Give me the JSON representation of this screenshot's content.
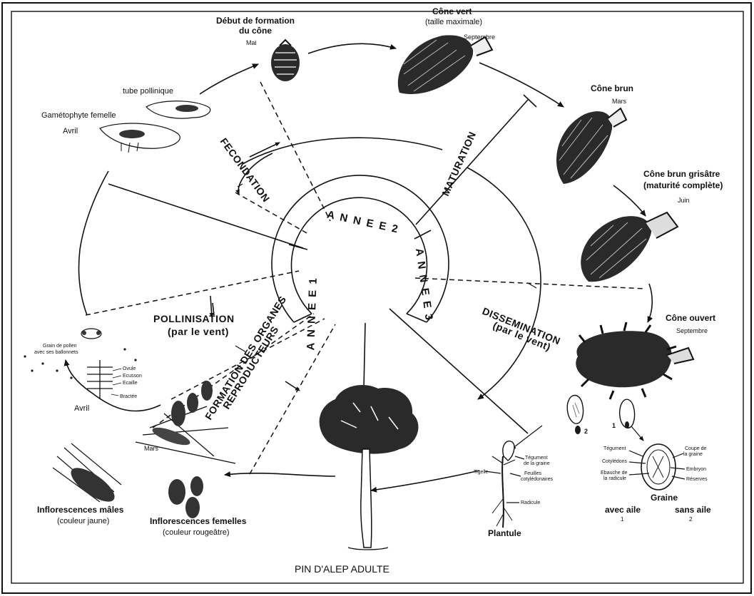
{
  "diagram": {
    "years": {
      "year1": "A N N E E 1",
      "year2": "A N N E E 2",
      "year3": "A N N E E 3"
    },
    "phases": {
      "fecondation": "FECONDATION",
      "maturation": "MATURATION",
      "dissemination_1": "DISSEMINATION",
      "dissemination_2": "(par le vent)",
      "pollinisation_1": "POLLINISATION",
      "pollinisation_2": "(par le vent)",
      "formation_1": "FORMATION DES ORGANES",
      "formation_2": "REPRODUCTEURS"
    },
    "stages": {
      "debut_1": "Début de formation",
      "debut_2": "du cône",
      "debut_month": "Mai",
      "vert_1": "Cône vert",
      "vert_2": "(taille maximale)",
      "vert_month": "Septembre",
      "brun": "Cône brun",
      "brun_month": "Mars",
      "gris_1": "Cône brun grisâtre",
      "gris_2": "(maturité complète)",
      "gris_month": "Juin",
      "ouvert": "Cône ouvert",
      "ouvert_month": "Septembre",
      "tube": "tube pollinique",
      "gameto": "Gamétophyte femelle",
      "gameto_month": "Avril",
      "pollen_1": "Grain de pollen",
      "pollen_2": "avec ses ballonnets",
      "ovule": "Ovule",
      "ecusson": "Ecusson",
      "ecaille": "Ecaille",
      "bractee": "Bractée",
      "avril": "Avril",
      "mars": "Mars",
      "male_1": "Inflorescences mâles",
      "male_2": "(couleur jaune)",
      "femelle_1": "Inflorescences femelles",
      "femelle_2": "(couleur rougeâtre)",
      "adulte": "PIN D'ALEP ADULTE",
      "plantule": "Plantule",
      "tigelle": "Tigelle",
      "tegument_graine_1": "Tégument",
      "tegument_graine_2": "de la graine",
      "feuilles_1": "Feuilles",
      "feuilles_2": "cotylédonaires",
      "radicule": "Radicule",
      "tegument": "Tégument",
      "cotyledons": "Cotylédons",
      "ebauche_1": "Ebauche de",
      "ebauche_2": "la radicule",
      "coupe_1": "Coupe de",
      "coupe_2": "la graine",
      "embryon": "Embryon",
      "reserves": "Réserves",
      "graine": "Graine",
      "avec_aile": "avec aile",
      "sans_aile": "sans aile",
      "num_1": "1",
      "num_2": "2"
    }
  }
}
